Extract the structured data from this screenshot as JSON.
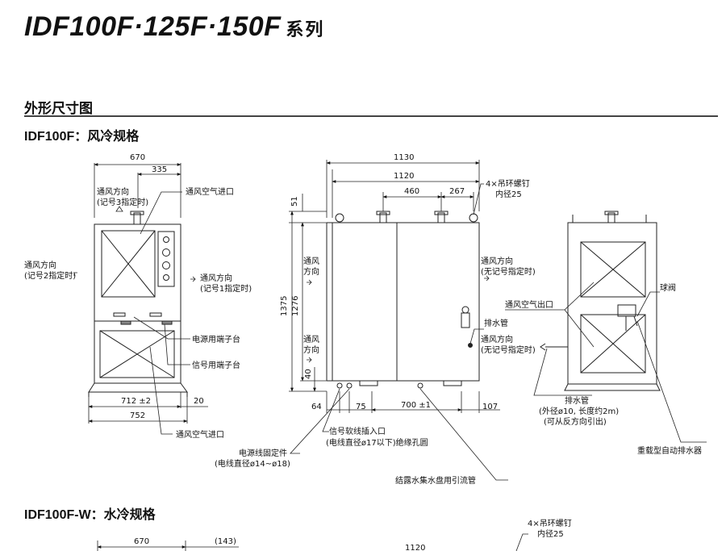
{
  "header": {
    "title": "IDF100F·125F·150F",
    "suffix": "系列"
  },
  "section_title": "外形尺寸图",
  "air_cooled": {
    "heading": "IDF100F：风冷规格",
    "front": {
      "dim_top_total": "670",
      "dim_top_half": "335",
      "airflow_top": "通风方向",
      "airflow_top_note": "(记号3指定时)",
      "air_inlet_top": "通风空气进口",
      "airflow_left": "通风方向",
      "airflow_left_note": "(记号2指定时)",
      "airflow_right": "通风方向",
      "airflow_right_note": "(记号1指定时)",
      "power_terminal": "电源用端子台",
      "signal_terminal": "信号用端子台",
      "dim_bottom_inner": "712 ±2",
      "dim_bottom_side": "20",
      "dim_bottom_total": "752",
      "air_inlet_bottom": "通风空气进口"
    },
    "side": {
      "dim_total_width": "1130",
      "dim_width": "1120",
      "dim_460": "460",
      "dim_267": "267",
      "dim_51": "51",
      "dim_1375": "1375",
      "dim_1276": "1276",
      "dim_40": "40",
      "dim_64": "64",
      "dim_75": "75",
      "dim_700": "700 ±1",
      "dim_107": "107",
      "airflow_1a": "通风",
      "airflow_1b": "方向",
      "airflow_2a": "通风",
      "airflow_2b": "方向",
      "eyebolt": "4×吊环螺钉",
      "eyebolt_dia": "内径25",
      "airflow_right": "通风方向",
      "airflow_right_note": "(无记号指定时)",
      "drain_pipe": "排水管",
      "airflow_right2": "通风方向",
      "airflow_right2_note": "(无记号指定时)",
      "signal_inlet": "信号软线插入口",
      "signal_inlet_note": "(电线直径ø17以下)绝缘孔圆",
      "power_clamp": "电源线固定件",
      "power_clamp_note": "(电线直径ø14~ø18)",
      "condensate": "结露水集水盘用引流管"
    },
    "back": {
      "ball_valve": "球阀",
      "air_outlet": "通风空气出口",
      "drain": "排水管",
      "drain_note1": "(外径ø10, 长度约2m)",
      "drain_note2": "(可从反方向引出)",
      "auto_drain": "重载型自动排水器"
    }
  },
  "water_cooled": {
    "heading": "IDF100F-W：水冷规格",
    "dim_670": "670",
    "dim_143": "(143)",
    "dim_1120": "1120",
    "eyebolt": "4×吊环螺钉",
    "eyebolt_dia": "内径25"
  }
}
